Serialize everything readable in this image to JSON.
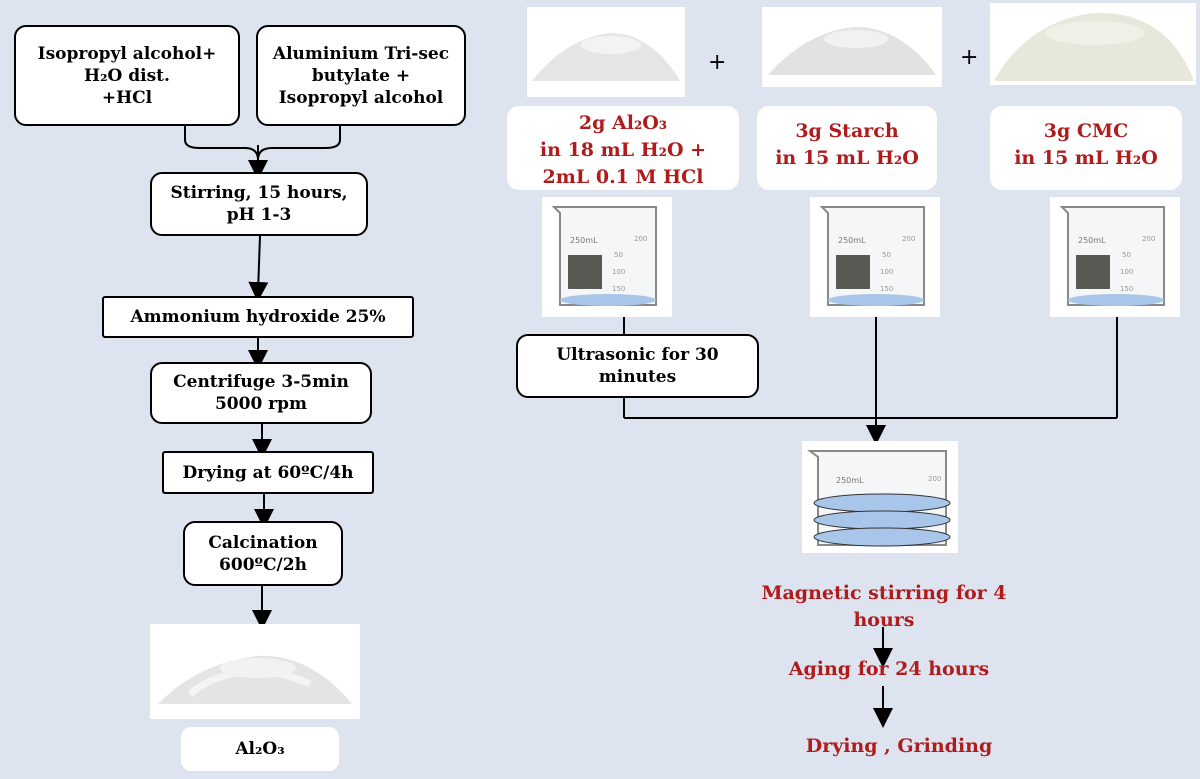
{
  "left_flow": {
    "box_a": "Isopropyl alcohol+\nH₂O dist.\n+HCl",
    "box_b": "Aluminium Tri-sec\nbutylate +\nIsopropyl alcohol",
    "stirring": "Stirring, 15 hours,\npH 1-3",
    "ammonium": "Ammonium hydroxide 25%",
    "centrifuge": "Centrifuge 3-5min\n5000 rpm",
    "drying": "Drying at 60ºC/4h",
    "calcination": "Calcination\n600ºC/2h",
    "product": "Al₂O₃"
  },
  "right_flow": {
    "plus_1": "+",
    "plus_2": "+",
    "reagent_1": "2g Al₂O₃\nin 18 mL H₂O +\n2mL 0.1 M HCl",
    "reagent_2": "3g Starch\nin 15 mL H₂O",
    "reagent_3": "3g CMC\nin 15 mL H₂O",
    "ultrasonic": "Ultrasonic for 30\nminutes",
    "magnetic": "Magnetic stirring for 4\nhours",
    "aging": "Aging for 24 hours",
    "final": "Drying , Grinding"
  },
  "beaker": {
    "volume": "250mL",
    "ticks": [
      "200",
      "50",
      "100",
      "150"
    ]
  },
  "colors": {
    "background": "#dde3ef",
    "label_red": "#b01c1c",
    "liquid": "#a9c6ea"
  }
}
